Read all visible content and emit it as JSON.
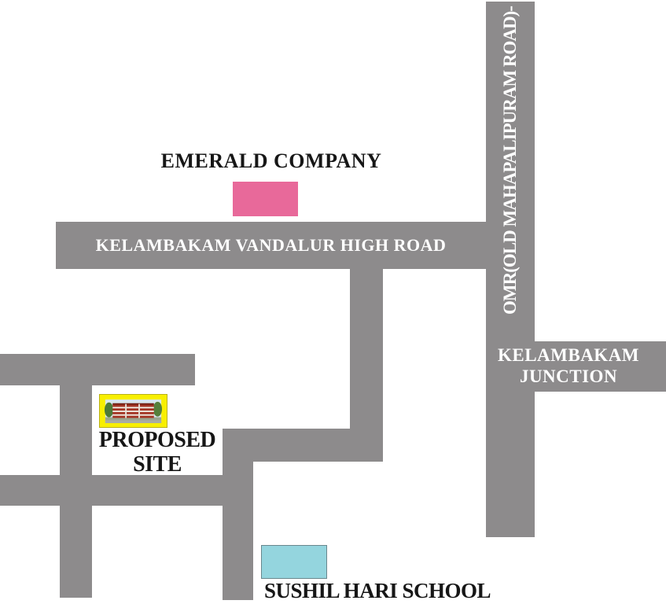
{
  "colors": {
    "road_gray": "#8d8b8c",
    "emerald_pink": "#e8699a",
    "school_cyan": "#94d5de",
    "site_yellow": "#f8ef00",
    "label_black": "#161616",
    "label_white": "#ffffff"
  },
  "roads": {
    "high_road": {
      "label": "KELAMBAKAM VANDALUR HIGH ROAD"
    },
    "omr": {
      "label": "OMR(OLD MAHAPALIPURAM ROAD)-"
    },
    "junction_road": {
      "label_line1": "KELAMBAKAM",
      "label_line2": "JUNCTION"
    }
  },
  "landmarks": {
    "emerald_company": {
      "label": "EMERALD COMPANY",
      "marker": "pink-rectangle"
    },
    "proposed_site": {
      "label_line1": "PROPOSED",
      "label_line2": "SITE",
      "marker": "building-photo"
    },
    "sushil_hari_school": {
      "label": "SUSHIL HARI SCHOOL",
      "marker": "cyan-rectangle"
    }
  }
}
